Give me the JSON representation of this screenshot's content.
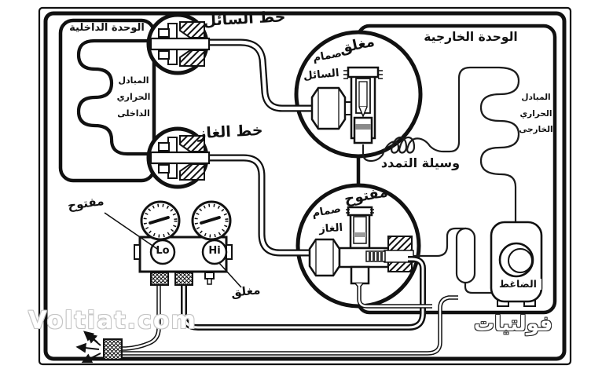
{
  "canvas": {
    "ink": "#111111",
    "bg": "#ffffff"
  },
  "watermark": {
    "text": "Voltiat.com",
    "color": "#c6c6c6"
  },
  "brand": {
    "text": "فولتيات"
  },
  "indoor_unit": {
    "title": "الوحدة الداخلية",
    "coil_label_lines": [
      "المبادل",
      "الحراري",
      "الداخلى"
    ]
  },
  "outdoor_unit": {
    "title": "الوحدة الخارجية",
    "coil_label_lines": [
      "المبادل",
      "الحراري",
      "الخارجى"
    ]
  },
  "pipes": {
    "liquid_line": "خط السائل",
    "gas_line": "خط الغاز"
  },
  "liquid_valve": {
    "state": "مغلق",
    "name_line1": "صمام",
    "name_line2": "السائل"
  },
  "gas_valve": {
    "state": "مفتوح",
    "name_line1": "صمام",
    "name_line2": "الغاز"
  },
  "expansion_device": {
    "label": "وسيلة التمدد"
  },
  "compressor": {
    "label": "الضاغط"
  },
  "manifold": {
    "lo": "Lo",
    "hi": "Hi",
    "lo_state": "مفتوح",
    "hi_state": "مغلق"
  }
}
